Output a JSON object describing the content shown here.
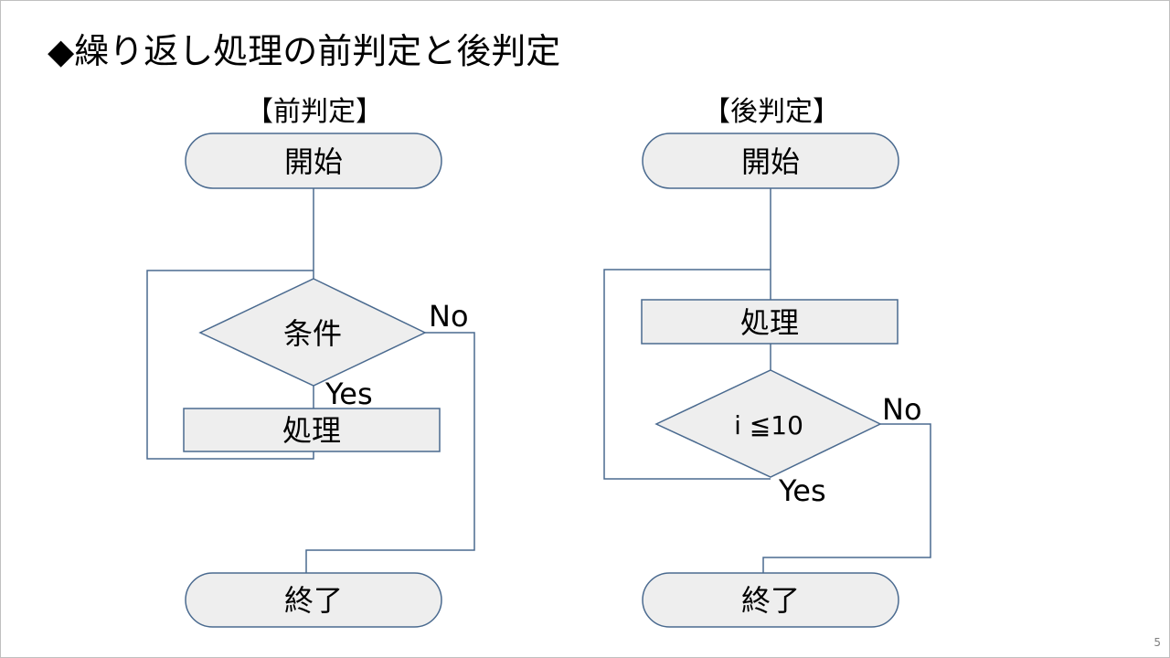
{
  "slide": {
    "title": "◆繰り返し処理の前判定と後判定",
    "page_number": "5"
  },
  "pre_check": {
    "heading": "【前判定】",
    "start": "開始",
    "condition": "条件",
    "no_label": "No",
    "yes_label": "Yes",
    "process": "処理",
    "end": "終了"
  },
  "post_check": {
    "heading": "【後判定】",
    "start": "開始",
    "process": "処理",
    "condition": "i ≦10",
    "no_label": "No",
    "yes_label": "Yes",
    "end": "終了"
  },
  "colors": {
    "shape_fill": "#eeeeee",
    "shape_stroke": "#4a6a8f",
    "text": "#000000"
  }
}
